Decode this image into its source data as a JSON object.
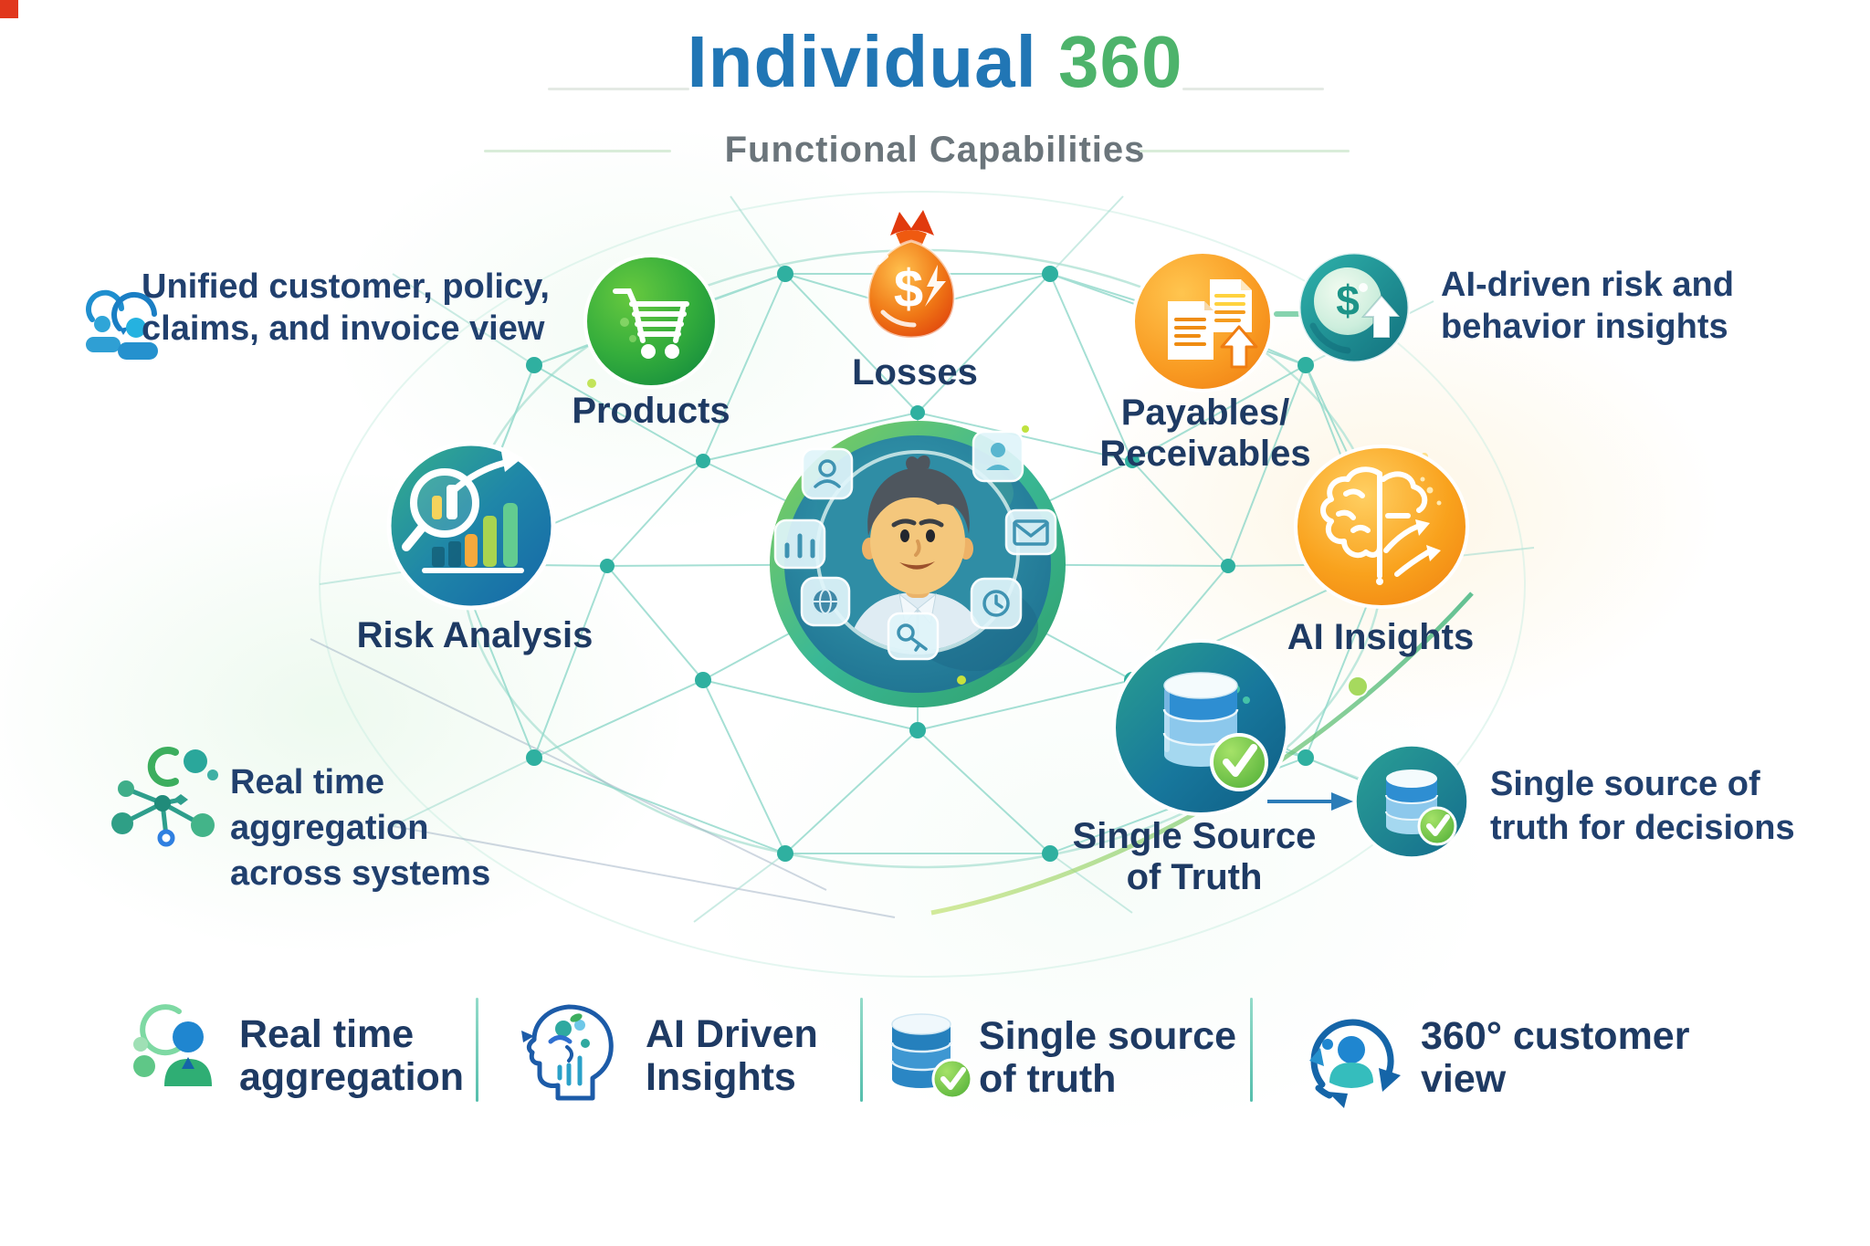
{
  "header": {
    "title_main": "Individual",
    "title_accent": "360",
    "subtitle": "Functional Capabilities"
  },
  "callouts": {
    "unified": {
      "lines": [
        "Unified customer, policy,",
        "claims, and invoice view"
      ]
    },
    "ai_risk": {
      "lines": [
        "AI-driven risk and",
        "behavior insights"
      ]
    },
    "realtime_systems": {
      "lines": [
        "Real time",
        "aggregation",
        "across systems"
      ]
    },
    "truth_decisions": {
      "lines": [
        "Single source of",
        "truth for decisions"
      ]
    }
  },
  "nodes": {
    "products": {
      "label": "Products",
      "icon": "shopping-cart-icon"
    },
    "losses": {
      "label": "Losses",
      "icon": "money-bag-icon"
    },
    "payables": {
      "lines": [
        "Payables/",
        "Receivables"
      ],
      "icon": "invoices-icon"
    },
    "risk": {
      "label": "Risk Analysis",
      "icon": "magnifier-chart-icon"
    },
    "ai": {
      "label": "AI Insights",
      "icon": "brain-icon"
    },
    "sso": {
      "lines": [
        "Single Source",
        "of Truth"
      ],
      "icon": "database-check-icon"
    },
    "sso_small": {
      "icon": "database-check-icon"
    },
    "ai_risk_coin": {
      "icon": "coin-up-icon"
    }
  },
  "center": {
    "icon": "customer-360-hub-illustration"
  },
  "footer": {
    "items": [
      {
        "lines": [
          "Real time",
          "aggregation"
        ],
        "icon": "person-aggregation-icon"
      },
      {
        "lines": [
          "AI Driven",
          "Insights"
        ],
        "icon": "ai-head-icon"
      },
      {
        "lines": [
          "Single source",
          "of truth"
        ],
        "icon": "database-check-icon"
      },
      {
        "lines": [
          "360° customer",
          "view"
        ],
        "icon": "person-360-cycle-icon"
      }
    ]
  },
  "colors": {
    "title_blue": "#2176b5",
    "title_green": "#4db36b",
    "text_navy": "#1e3a63",
    "subtitle_gray": "#6b757b",
    "mesh_teal": "#2fb0a0",
    "node_green": "#2fae44",
    "node_orange": "#f79420",
    "node_teal": "#1d8fa6",
    "node_blue": "#1566a8",
    "losses_orange": "#e8490c",
    "check_green": "#57b33b",
    "db_blue": "#2e8ed2"
  }
}
